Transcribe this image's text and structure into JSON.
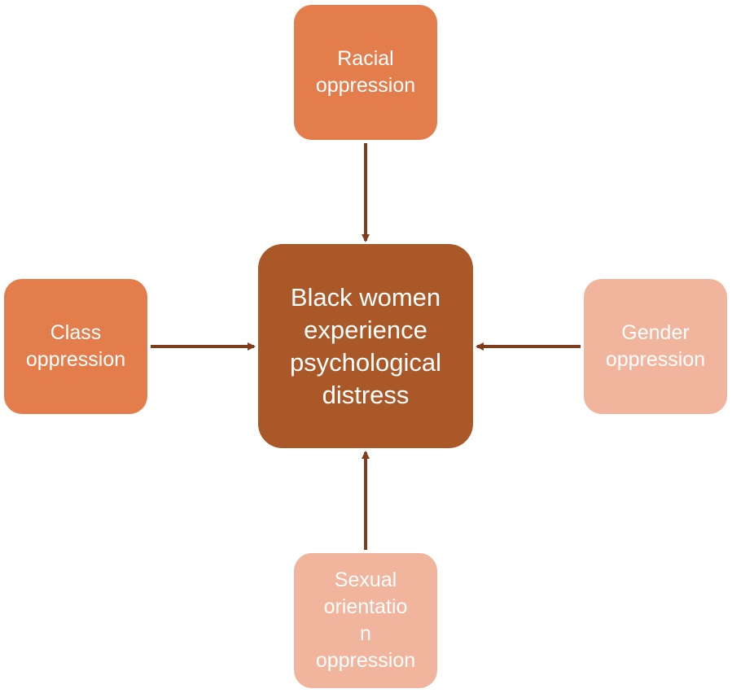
{
  "diagram": {
    "nodes": {
      "top": {
        "label": "Racial\noppression",
        "color": "#E37D4C"
      },
      "left": {
        "label": "Class\noppression",
        "color": "#E37D4C"
      },
      "right": {
        "label": "Gender\noppression",
        "color": "#F1B49C"
      },
      "bottom": {
        "label": "Sexual\norientatio\nn\noppression",
        "color": "#F1B49C"
      },
      "center": {
        "label": "Black women\nexperience\npsychological\ndistress",
        "color": "#AA5827"
      }
    },
    "arrow_color": "#7F3D1E",
    "edges": [
      {
        "from": "top",
        "to": "center"
      },
      {
        "from": "left",
        "to": "center"
      },
      {
        "from": "right",
        "to": "center"
      },
      {
        "from": "bottom",
        "to": "center"
      }
    ]
  }
}
